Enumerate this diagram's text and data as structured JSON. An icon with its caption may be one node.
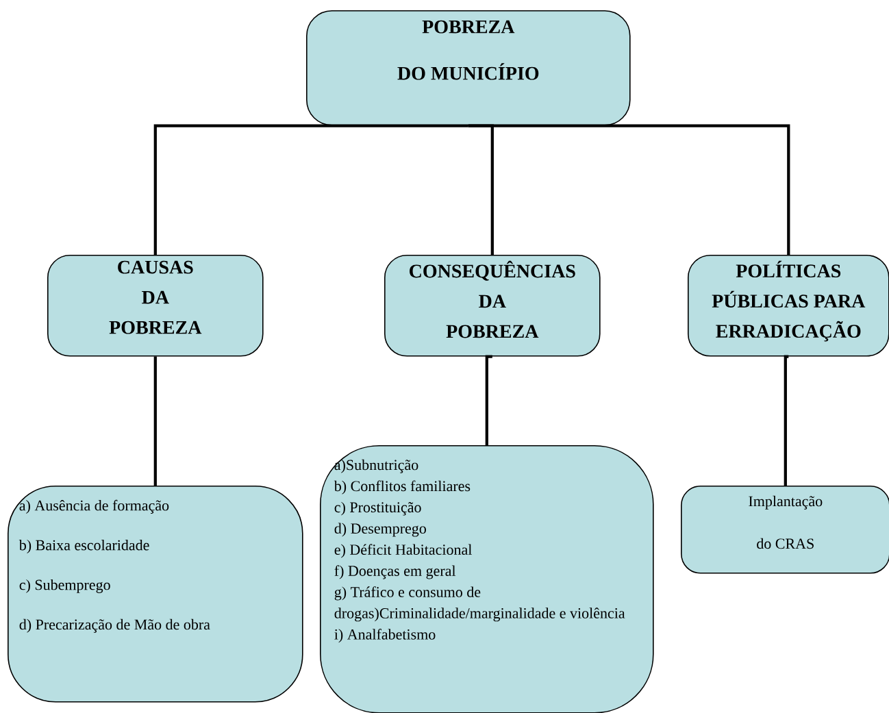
{
  "diagram": {
    "nodes": [
      {
        "text": [
          "POBREZA",
          "DO MUNICÍPIO"
        ]
      },
      {
        "text": [
          "CAUSAS DA POBREZA"
        ]
      },
      {
        "text": [
          "CONSEQUÊNCIAS DA POBREZA"
        ]
      },
      {
        "text": [
          "POLÍTICAS PÚBLICAS PARA ERRADICAÇÃO"
        ]
      },
      {
        "text": [
          "a) Ausência de formação",
          "b) Baixa escolaridade",
          "c) Subemprego",
          "d) Precarização de Mão de obra"
        ]
      },
      {
        "text": [
          "a)Subnutrição",
          "b) Conflitos familiares",
          "c) Prostituição",
          "d) Desemprego",
          "e) Déficit Habitacional",
          "f) Doenças em geral",
          "g) Tráfico e consumo de drogas)Criminalidade/marginalidade e violência",
          "i) Analfabetismo"
        ]
      },
      {
        "text": [
          "Implantação",
          "do CRAS"
        ]
      }
    ],
    "edges": [
      {
        "from": 0,
        "to": 1,
        "arrow": "none"
      },
      {
        "from": 0,
        "to": 2,
        "arrow": "none"
      },
      {
        "from": 0,
        "to": 3,
        "arrow": "none"
      },
      {
        "from": 1,
        "to": 4,
        "arrow": "none"
      },
      {
        "from": 2,
        "to": 5,
        "arrow": "none"
      },
      {
        "from": 3,
        "to": 6,
        "arrow": "none"
      }
    ]
  }
}
